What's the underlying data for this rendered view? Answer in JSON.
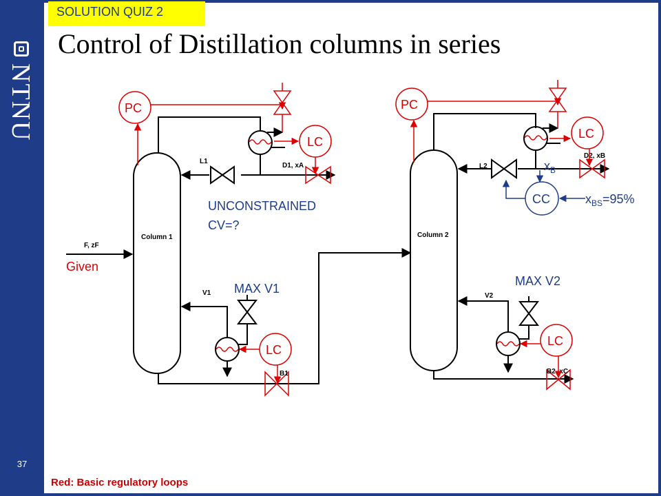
{
  "slide": {
    "number": "37",
    "badge": "SOLUTION QUIZ 2",
    "title": "Control of Distillation columns in series",
    "logo": "NTNU",
    "footer": "Red: Basic regulatory loops"
  },
  "diagram": {
    "column1": {
      "name": "Column 1",
      "feed": "F, zF",
      "feed_note": "Given",
      "reflux": "L1",
      "distillate": "D1, xA",
      "vapor": "V1",
      "bottoms": "B1",
      "pc": "PC",
      "lc_top": "LC",
      "lc_bottom": "LC",
      "max_label": "MAX V1",
      "unconstrained": "UNCONSTRAINED",
      "cv_question": "CV=?"
    },
    "column2": {
      "name": "Column 2",
      "reflux": "L2",
      "distillate": "D2, xB",
      "vapor": "V2",
      "bottoms": "B2, xC",
      "pc": "PC",
      "lc_top": "LC",
      "lc_bottom": "LC",
      "cc": "CC",
      "xb": "x",
      "xb_sub": "B",
      "setpoint_x": "x",
      "setpoint_sub": "BS",
      "setpoint_value": "=95%",
      "max_label": "MAX V2"
    }
  },
  "colors": {
    "frame": "#1f3c88",
    "regulatory": "#dd0000",
    "supervisory": "#1f3c88",
    "badge": "#ffff00"
  }
}
